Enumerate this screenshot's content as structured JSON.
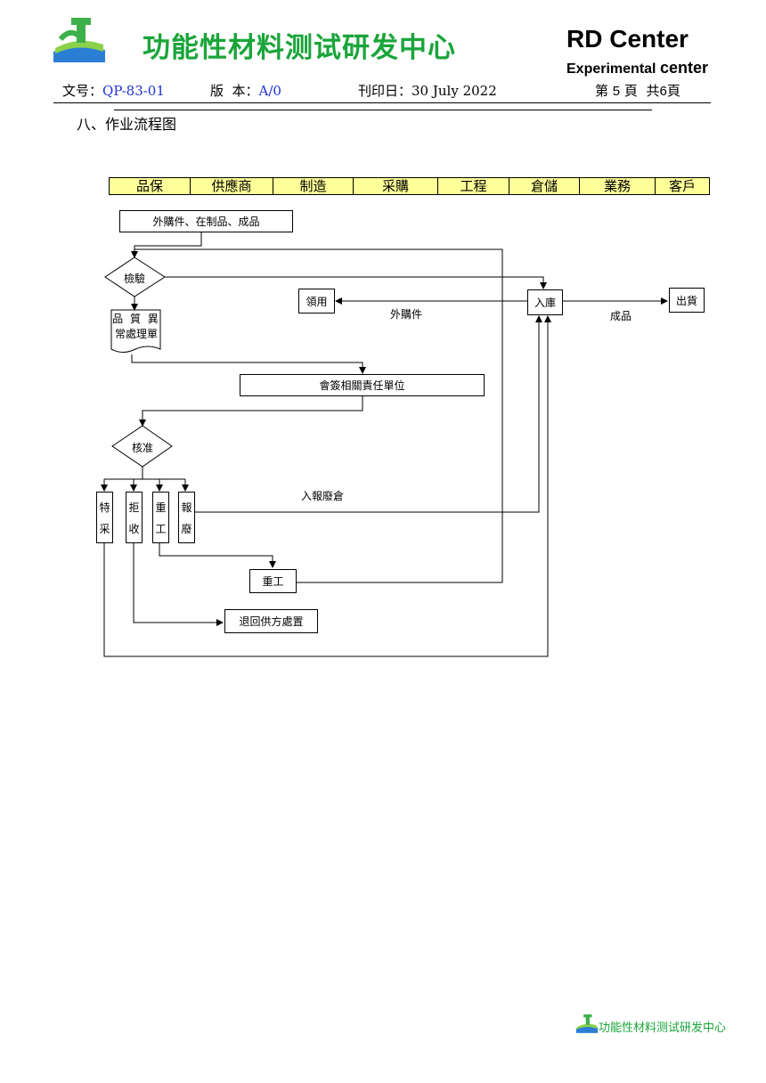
{
  "header": {
    "center_title": "功能性材料测试研发中心",
    "rd_title": "RD Center",
    "rd_sub_1": "Experimental",
    "rd_sub_2": "center"
  },
  "meta": {
    "doc_label": "文号：",
    "doc_value": "QP-83-01",
    "version_label": "版  本：",
    "version_value": "A/0",
    "print_label": "刊印日：",
    "print_value": "30 July 2022",
    "page_prefix": "第",
    "page_current": "5",
    "page_mid": "頁  共",
    "page_total": "6",
    "page_suffix": "頁"
  },
  "section_title": "八、作业流程图",
  "lanes": [
    "品保",
    "供應商",
    "制造",
    "采購",
    "工程",
    "倉儲",
    "業務",
    "客戶"
  ],
  "flow": {
    "start_box": "外購件、在制品、成品",
    "inspect": "檢驗",
    "claim": "領用",
    "warehouse_in": "入庫",
    "ship": "出貨",
    "label_outsourced": "外購件",
    "label_finished": "成品",
    "doc_line1": "品 質 異",
    "doc_line2": "常處理單",
    "countersign": "會簽相關責任單位",
    "approve": "核准",
    "special_1": "特",
    "special_2": "采",
    "reject_1": "拒",
    "reject_2": "收",
    "rework_1": "重",
    "rework_2": "工",
    "scrap_1": "報",
    "scrap_2": "廢",
    "label_scrap_store": "入報廢倉",
    "rework_box": "重工",
    "return_box": "退回供方處置"
  },
  "footer": {
    "text": "功能性材料测试研发中心"
  },
  "colors": {
    "brand_green": "#1aa53a",
    "blue_text": "#1f32d6",
    "lane_yellow": "#ffff99"
  }
}
